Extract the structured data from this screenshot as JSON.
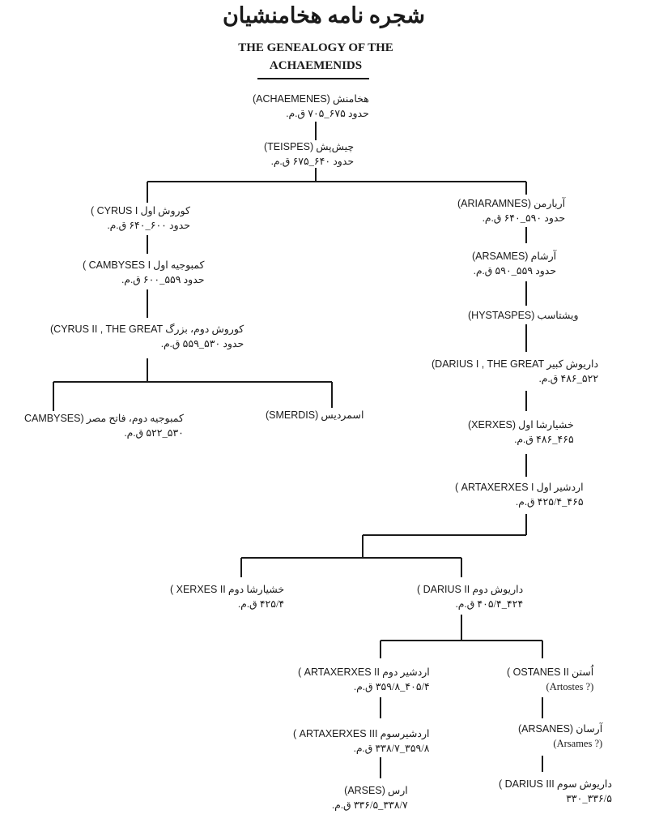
{
  "title_fa": "شجره نامه هخامنشیان",
  "title_en_line1": "THE GENEALOGY OF THE",
  "title_en_line2": "ACHAEMENIDS",
  "nodes": {
    "achaemenes": {
      "fa": "هخامنش",
      "en": "(ACHAEMENES)",
      "dates": "حدود ۶۷۵_۷۰۵ ق.م."
    },
    "teispes": {
      "fa": "چیش‌پش",
      "en": "(TEISPES)",
      "dates": "حدود ۶۴۰_۶۷۵ ق.م."
    },
    "cyrus1": {
      "fa": "کوروش اول",
      "en": "( CYRUS I",
      "dates": "حدود ۶۰۰_۶۴۰ ق.م."
    },
    "cambyses1": {
      "fa": "کمبوجیه اول",
      "en": "( CAMBYSES I",
      "dates": "حدود ۵۵۹_۶۰۰ ق.م."
    },
    "cyrus2": {
      "fa": "کوروش دوم، بزرگ",
      "en": "(CYRUS II , THE GREAT",
      "dates": "حدود ۵۳۰_۵۵۹ ق.م."
    },
    "cambyses2": {
      "fa": "کمبوجیه دوم، فاتح مصر",
      "en": "CAMBYSES)",
      "dates": "۵۳۰_۵۲۲ ق.م."
    },
    "smerdis": {
      "fa": "اسمردیس",
      "en": "(SMERDIS)",
      "dates": ""
    },
    "ariaramnes": {
      "fa": "آریارمن",
      "en": "(ARIARAMNES)",
      "dates": "حدود ۵۹۰_۶۴۰ ق.م."
    },
    "arsames": {
      "fa": "آرشام",
      "en": "(ARSAMES)",
      "dates": "حدود ۵۵۹_۵۹۰ ق.م."
    },
    "hystaspes": {
      "fa": "ویشتاسب",
      "en": "(HYSTASPES)",
      "dates": ""
    },
    "darius1": {
      "fa": "داریوش کبیر",
      "en": "(DARIUS I , THE GREAT",
      "dates": "۵۲۲_۴۸۶ ق.م."
    },
    "xerxes1": {
      "fa": "خشیارشا اول",
      "en": "(XERXES)",
      "dates": "۴۶۵_۴۸۶ ق.م."
    },
    "artaxerxes1": {
      "fa": "اردشیر اول",
      "en": "( ARTAXERXES I",
      "dates": "۴۶۵_۴۲۵/۴ ق.م."
    },
    "xerxes2": {
      "fa": "خشیارشا دوم",
      "en": "( XERXES II",
      "dates": "۴۲۵/۴ ق.م."
    },
    "darius2": {
      "fa": "داریوش دوم",
      "en": "( DARIUS II",
      "dates": "۴۲۴_۴۰۵/۴ ق.م."
    },
    "artaxerxes2": {
      "fa": "اردشیر دوم",
      "en": "( ARTAXERXES II",
      "dates": "۴۰۵/۴_۳۵۹/۸ ق.م."
    },
    "ostanes": {
      "fa": "اُستن",
      "en": "( OSTANES II",
      "dates": "(? Artostes)"
    },
    "artaxerxes3": {
      "fa": "اردشیرسوم",
      "en": "( ARTAXERXES III",
      "dates": "۳۵۹/۸_۳۳۸/۷ ق.م."
    },
    "arsanes": {
      "fa": "آرسان",
      "en": "(ARSANES)",
      "dates": "(? Arsames)"
    },
    "arses": {
      "fa": "ارس",
      "en": "(ARSES)",
      "dates": "۳۳۸/۷_۳۳۶/۵ ق.م."
    },
    "darius3": {
      "fa": "داریوش سوم",
      "en": "( DARIUS III",
      "dates": "۳۳۶/۵_۳۳۰"
    }
  }
}
